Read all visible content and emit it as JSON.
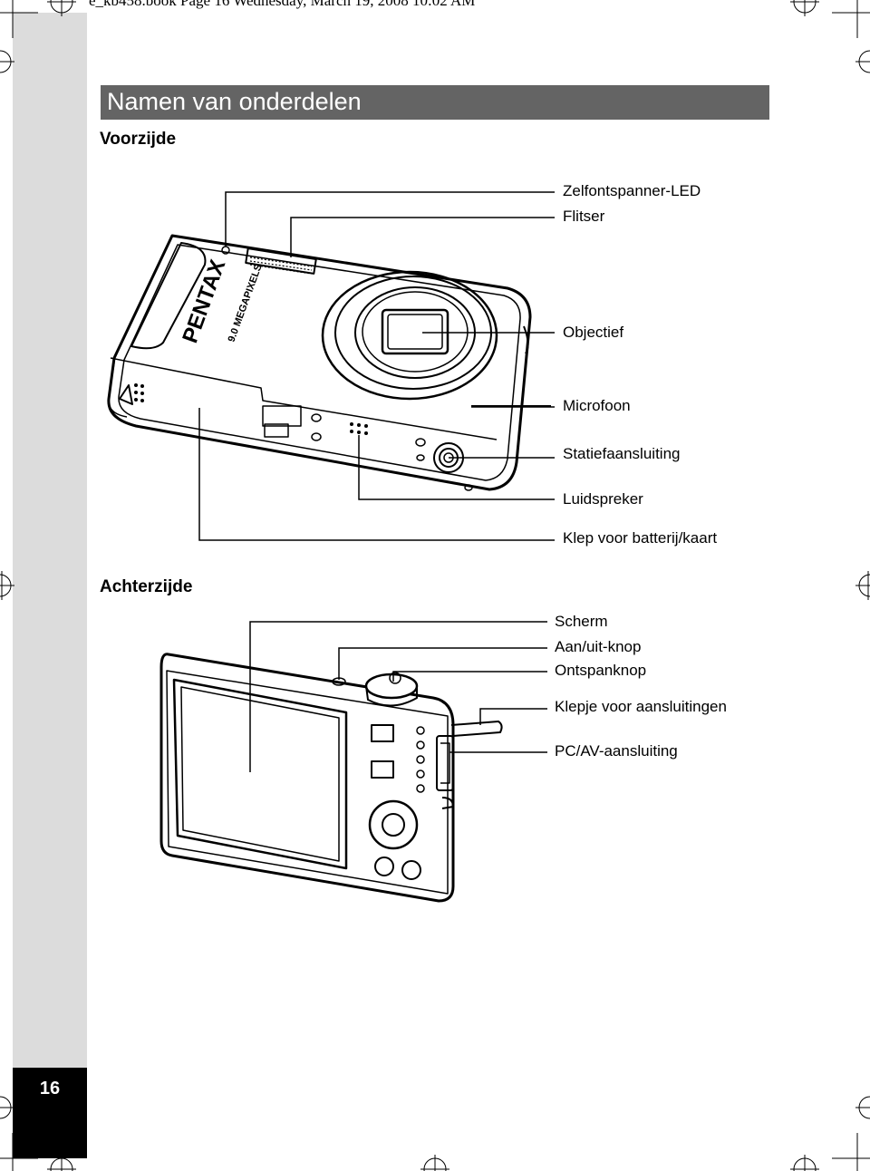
{
  "header": {
    "running_line": "e_kb458.book  Page 16  Wednesday, March 19, 2008  10:02 AM"
  },
  "page": {
    "title": "Namen van onderdelen",
    "number": "16"
  },
  "front": {
    "heading": "Voorzijde",
    "brand": "PENTAX",
    "model_text": "9.0 MEGAPIXELS",
    "labels": [
      "Zelfontspanner-LED",
      "Flitser",
      "Objectief",
      "Microfoon",
      "Statiefaansluiting",
      "Luidspreker",
      "Klep voor batterij/kaart"
    ]
  },
  "back": {
    "heading": "Achterzijde",
    "labels": [
      "Scherm",
      "Aan/uit-knop",
      "Ontspanknop",
      "Klepje voor aansluitingen",
      "PC/AV-aansluiting"
    ]
  }
}
